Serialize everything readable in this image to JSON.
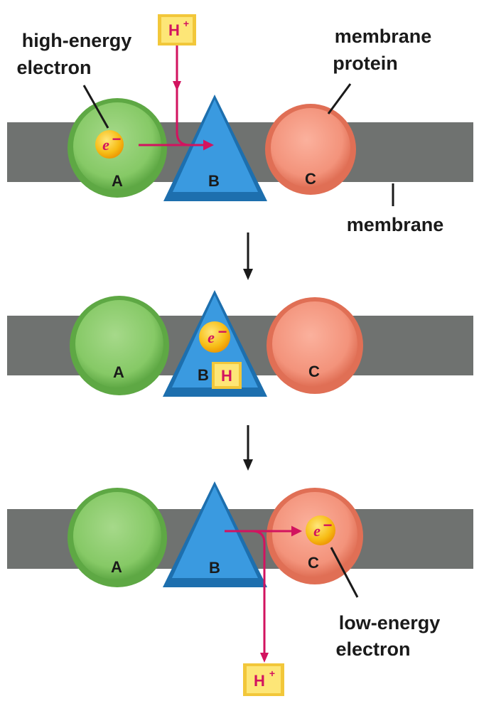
{
  "labels": {
    "high_energy_line1": "high-energy",
    "high_energy_line2": "electron",
    "membrane_protein_line1": "membrane",
    "membrane_protein_line2": "protein",
    "membrane": "membrane",
    "low_energy_line1": "low-energy",
    "low_energy_line2": "electron"
  },
  "proteins": {
    "a": "A",
    "b": "B",
    "c": "C"
  },
  "particles": {
    "electron": "e",
    "electron_charge": "−",
    "proton": "H",
    "proton_charge": "+"
  },
  "colors": {
    "membrane": "#6f7270",
    "protein_a": "#7cc35a",
    "protein_b": "#2f94d8",
    "protein_c": "#f08e76",
    "electron": "#f6b70e",
    "proton_box": "#fce36b",
    "arrow": "#d2135f"
  }
}
